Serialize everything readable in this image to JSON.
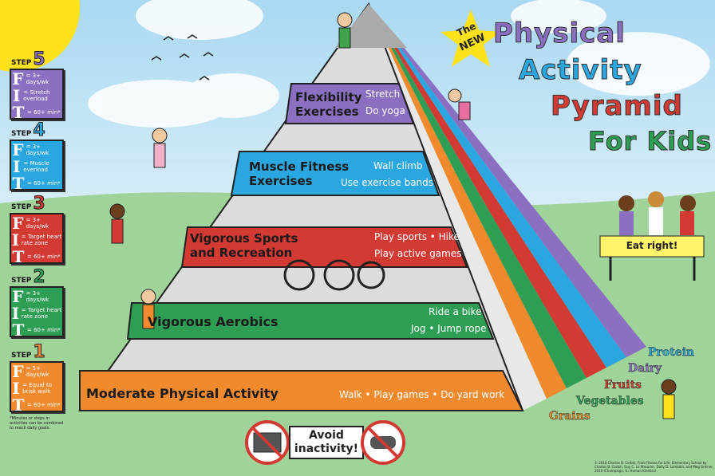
{
  "title": {
    "badge_line1": "The",
    "badge_line2": "NEW",
    "word1": "Physical",
    "word2": "Activity",
    "word3": "Pyramid",
    "word4": "For Kids"
  },
  "colors": {
    "purple": "#8b6fc0",
    "blue": "#2aa7e0",
    "red": "#d23a33",
    "green": "#2f9e55",
    "orange": "#f08a2c",
    "sky": "#bfe3f5",
    "grass": "#9fd39a"
  },
  "steps": [
    {
      "label": "STEP",
      "num": "5",
      "f": "= 3+ days/wk",
      "i": "= Stretch overload",
      "t": "= 60+ min*"
    },
    {
      "label": "STEP",
      "num": "4",
      "f": "= 3+ days/wk",
      "i": "= Muscle overload",
      "t": "= 60+ min*"
    },
    {
      "label": "STEP",
      "num": "3",
      "f": "= 3+ days/wk",
      "i": "= Target heart rate zone",
      "t": "= 60+ min*"
    },
    {
      "label": "STEP",
      "num": "2",
      "f": "= 3+ days/wk",
      "i": "= Target heart rate zone",
      "t": "= 60+ min*"
    },
    {
      "label": "STEP",
      "num": "1",
      "f": "= 5+ days/wk",
      "i": "= Equal to brisk walk",
      "t": "= 60+ min*"
    }
  ],
  "fit_letters": [
    "F",
    "I",
    "T"
  ],
  "footnote": "*Minutes or steps in activities can be combined to reach daily goals.",
  "levels": [
    {
      "name_line1": "Flexibility",
      "name_line2": "Exercises",
      "act_line1": "Stretch",
      "act_line2": "Do yoga"
    },
    {
      "name_line1": "Muscle Fitness",
      "name_line2": "Exercises",
      "act_line1": "Wall climb",
      "act_line2": "Use exercise bands"
    },
    {
      "name_line1": "Vigorous Sports",
      "name_line2": "and Recreation",
      "act_line1": "Play sports • Hike",
      "act_line2": "Play active games"
    },
    {
      "name_line1": "Vigorous Aerobics",
      "act_line1": "Ride a bike",
      "act_line2": "Jog • Jump rope"
    },
    {
      "name_line1": "Moderate Physical Activity",
      "act_line1": "Walk • Play games • Do yard work"
    }
  ],
  "eat_sign": "Eat right!",
  "food_groups": [
    "Protein",
    "Dairy",
    "Fruits",
    "Vegetables",
    "Grains"
  ],
  "avoid": {
    "line1": "Avoid",
    "line2": "inactivity!"
  },
  "copyright": "© 2016 Charles B. Corbin, From Fitness for Life: Elementary School by Charles B. Corbin, Guy C. Le Masurier, Dolly D. Lambdin, and Meg Greiner, 2010 (Champaign, IL: Human Kinetics)."
}
